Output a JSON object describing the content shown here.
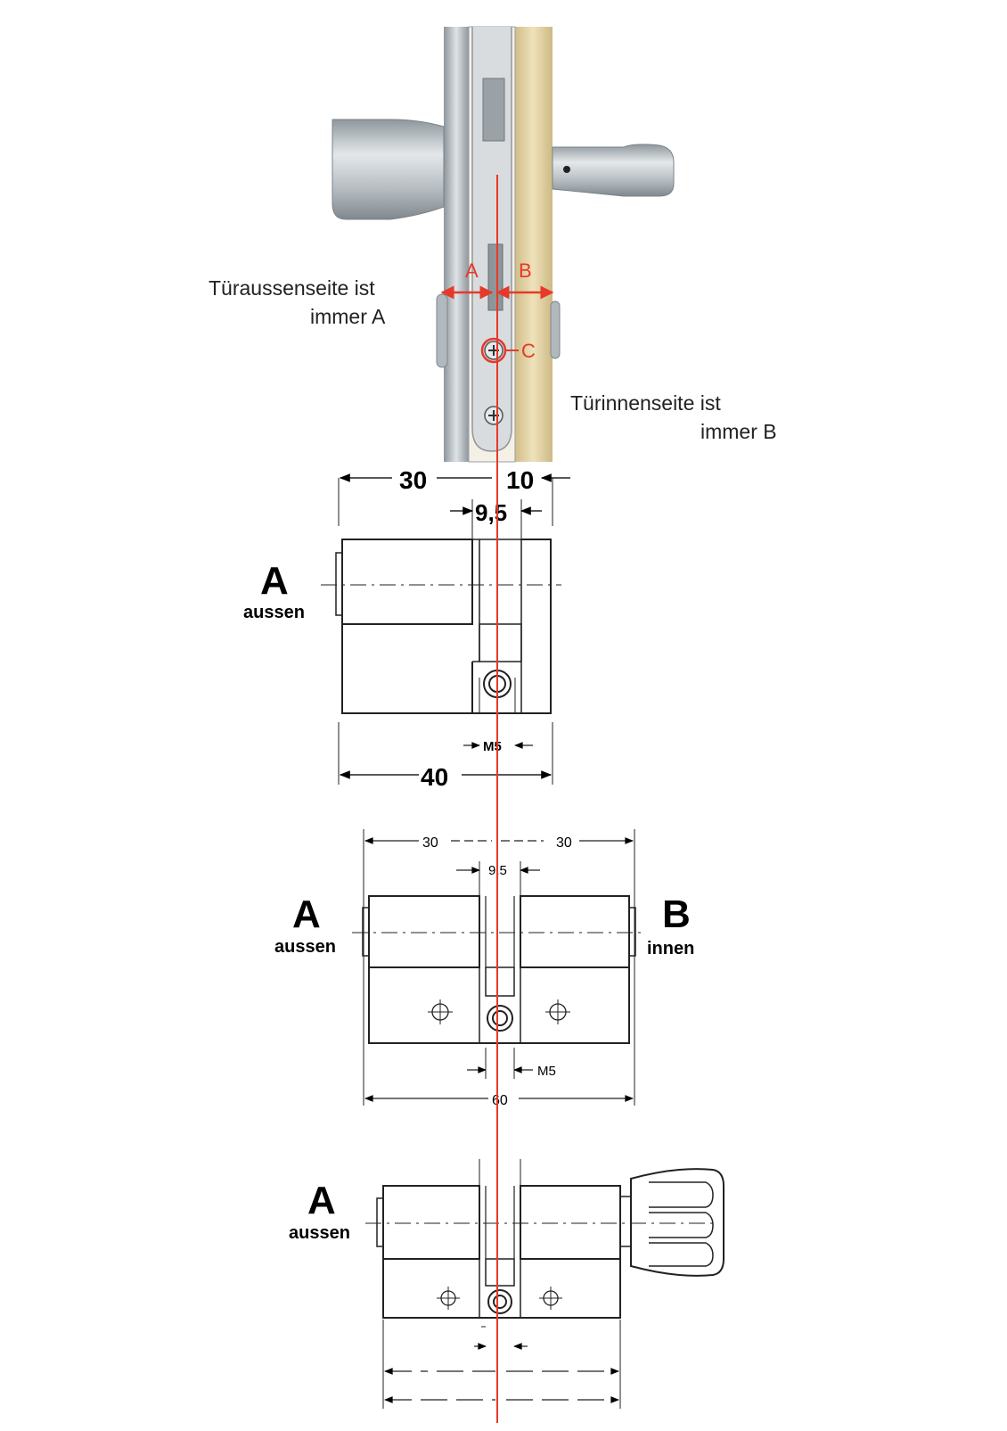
{
  "colors": {
    "accent_red": "#e53a2a",
    "metal": "#b7bec3",
    "wood": "#e6d6a8",
    "line": "#222222"
  },
  "door": {
    "side_a": "A",
    "side_b": "B",
    "screw": "C",
    "outside_line1": "Türaussenseite ist",
    "outside_line2": "immer A",
    "inside_line1": "Türinnenseite ist",
    "inside_line2": "immer B"
  },
  "half_cylinder": {
    "dim_left": "30",
    "dim_right": "10",
    "dim_cam": "9,5",
    "dim_screw": "M5",
    "dim_total": "40",
    "side_letter": "A",
    "side_word": "aussen"
  },
  "double_cylinder": {
    "dim_left": "30",
    "dim_right": "30",
    "dim_cam": "9,5",
    "dim_screw": "M5",
    "dim_total": "60",
    "left_letter": "A",
    "left_word": "aussen",
    "right_letter": "B",
    "right_word": "innen"
  },
  "knob_cylinder": {
    "side_letter": "A",
    "side_word": "aussen"
  }
}
